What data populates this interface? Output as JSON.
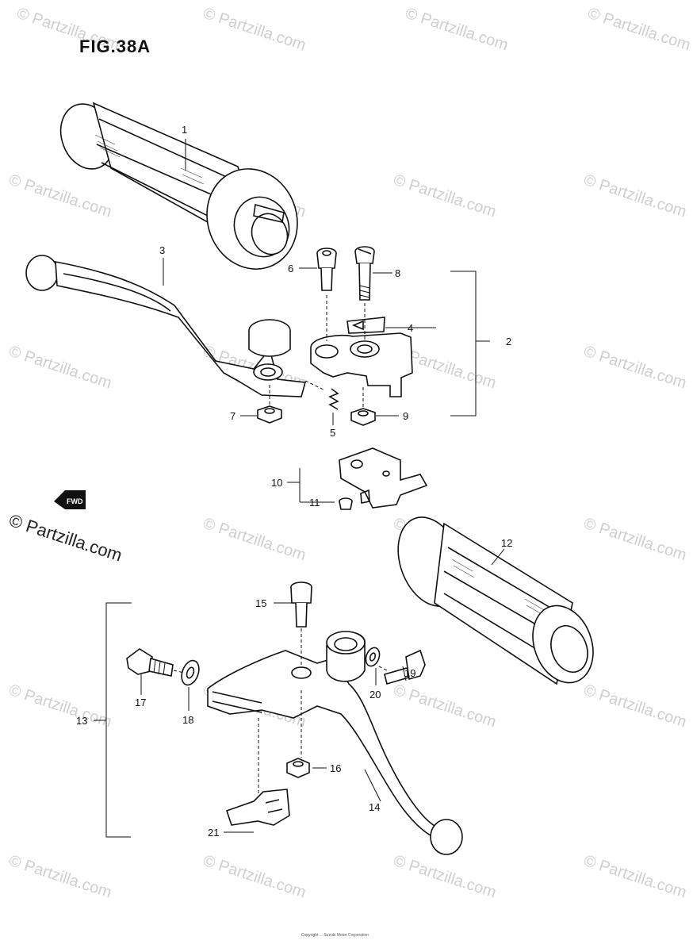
{
  "figure_title": "FIG.38A",
  "watermark": {
    "small": "© Partzilla.com",
    "large": "© Partzilla.com"
  },
  "direction_badge": "FWD",
  "footer_text": "Copyright ... Suzuki Motor Corporation",
  "parts": {
    "p1": "1",
    "p2": "2",
    "p3": "3",
    "p4": "4",
    "p5": "5",
    "p6": "6",
    "p7": "7",
    "p8": "8",
    "p9": "9",
    "p10": "10",
    "p11": "11",
    "p12": "12",
    "p13": "13",
    "p14": "14",
    "p15": "15",
    "p16": "16",
    "p17": "17",
    "p18": "18",
    "p19": "19",
    "p20": "20",
    "p21": "21"
  },
  "colors": {
    "ink": "#111111",
    "watermark": "#cfcfcf",
    "paper": "#ffffff"
  }
}
